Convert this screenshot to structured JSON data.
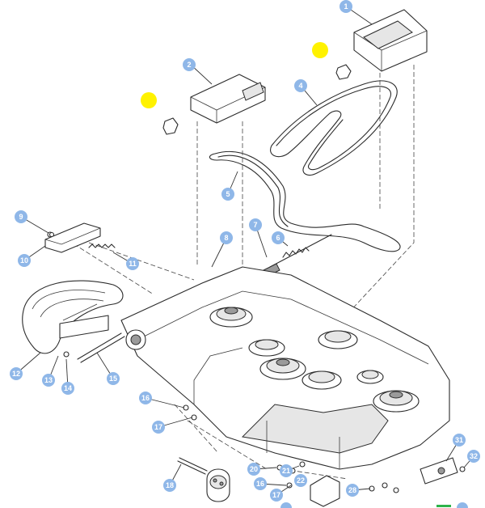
{
  "diagram": {
    "callouts": [
      "1",
      "2",
      "4",
      "5",
      "6",
      "7",
      "8",
      "9",
      "10",
      "11",
      "12",
      "13",
      "14",
      "15",
      "16",
      "17",
      "18",
      "20",
      "21",
      "22",
      "16",
      "17",
      "28",
      "31",
      "32"
    ],
    "highlight_color": "#fff200",
    "callout_color": "#8fb7e8"
  }
}
